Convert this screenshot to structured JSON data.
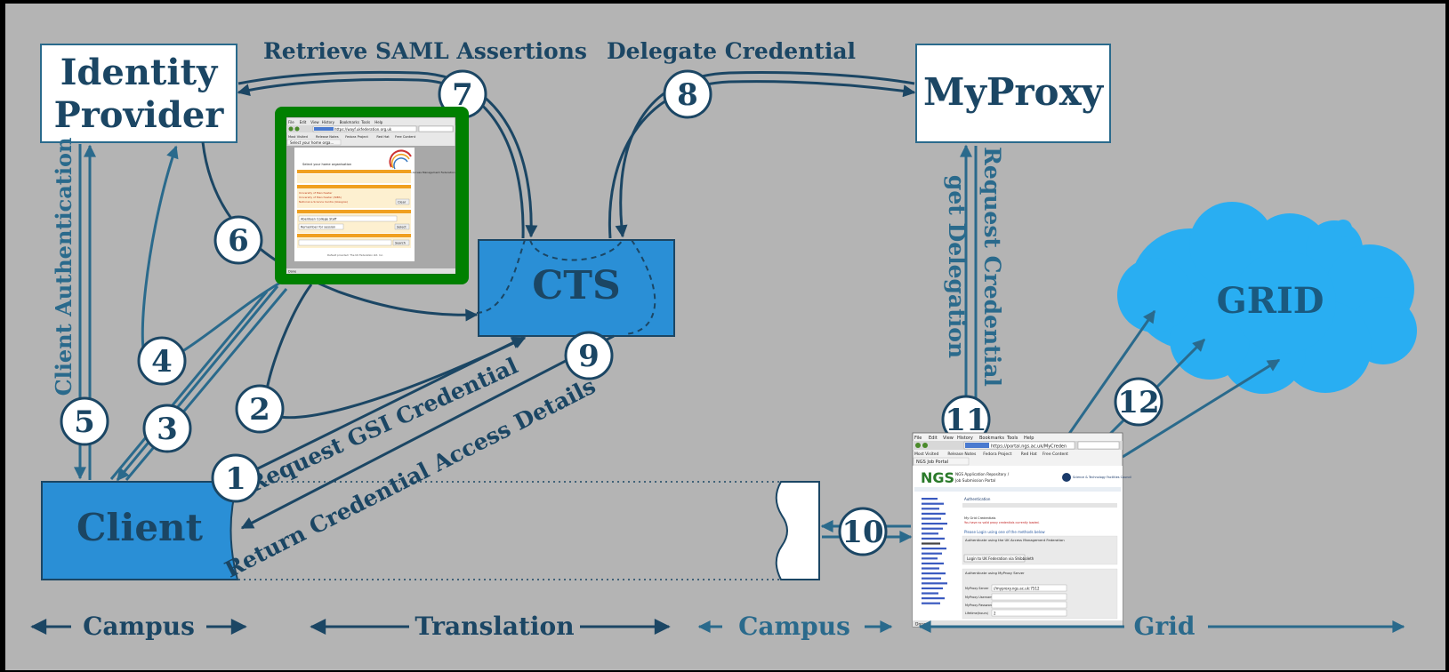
{
  "colors": {
    "background": "#b4b4b4",
    "frame": "#000000",
    "dark_blue": "#1b4664",
    "mid_blue": "#2a6a8c",
    "box_fill": "#2a8fd6",
    "cloud_fill": "#29aef2",
    "cloud_text": "#1a5a80",
    "green_frame": "#008000",
    "white": "#ffffff"
  },
  "nodes": {
    "identity_provider": {
      "line1": "Identity",
      "line2": "Provider"
    },
    "myproxy": {
      "label": "MyProxy"
    },
    "cts": {
      "label": "CTS"
    },
    "client": {
      "label": "Client"
    },
    "grid": {
      "label": "GRID"
    }
  },
  "edge_labels": {
    "retrieve_saml": "Retrieve SAML Assertions",
    "delegate_credential": "Delegate Credential",
    "client_authentication": "Client Authentication",
    "request_gsi": "Request GSI Credential",
    "return_access": "Return Credential Access Details",
    "request_credential": "Request Credential",
    "get_delegation": "get Delegation"
  },
  "steps": [
    "1",
    "2",
    "3",
    "4",
    "5",
    "6",
    "7",
    "8",
    "9",
    "10",
    "11",
    "12"
  ],
  "zones": {
    "campus_left": "Campus",
    "translation": "Translation",
    "campus_right": "Campus",
    "grid": "Grid"
  },
  "ukamf_browser": {
    "menu": [
      "File",
      "Edit",
      "View",
      "History",
      "Bookmarks",
      "Tools",
      "Help"
    ],
    "url": "https://wayf.ukfederation.org.uk",
    "bookmarks": [
      "Most Visited",
      "Release Notes",
      "Fedora Project",
      "Red Hat",
      "Free Content"
    ],
    "tab": "Select your home orga...",
    "heading": "Select your home organisation",
    "logo": "The UK Access Management Federation",
    "orgs": [
      "University of Manchester",
      "University of Manchester (NIBS)",
      "National e-Science Centre (Glasgow)"
    ],
    "clear": "Clear",
    "select_value": "Aberdeen College Staff",
    "remember": "Remember for session",
    "select_btn": "Select",
    "search_btn": "Search",
    "footer": "Default provided: The UK Federation Ltd. Inc.",
    "status": "Done"
  },
  "ngs_browser": {
    "menu": [
      "File",
      "Edit",
      "View",
      "History",
      "Bookmarks",
      "Tools",
      "Help"
    ],
    "url": "https://portal.ngs.ac.uk/MyCreden",
    "bookmarks": [
      "Most Visited",
      "Release Notes",
      "Fedora Project",
      "Red Hat",
      "Free Content"
    ],
    "tab": "NGS Job Portal",
    "logo": "NGS",
    "portal_title_1": "NGS Application Repository /",
    "portal_title_2": "Job Submission Portal",
    "stfc": "Science & Technology Facilities Council",
    "auth_title": "Authentication",
    "no_creds": "My Grid Credentials",
    "no_creds_msg": "You have no valid proxy credentials currently loaded.",
    "login_prompt": "Please Login using one of the methods below",
    "ukamf_section": "Authenticate using the UK Access Management Federation",
    "login_btn": "Login to UK Federation via Shibboleth",
    "myproxy_section": "Authenticate using MyProxy Server",
    "myproxy_server": "MyProxy Server",
    "myproxy_value": "//myproxy.ngs.ac.uk:7512",
    "username": "MyProxy Username",
    "password": "MyProxy Password",
    "lifetime": "Lifetime(hours)",
    "lifetime_value": "2",
    "status": "Done"
  }
}
